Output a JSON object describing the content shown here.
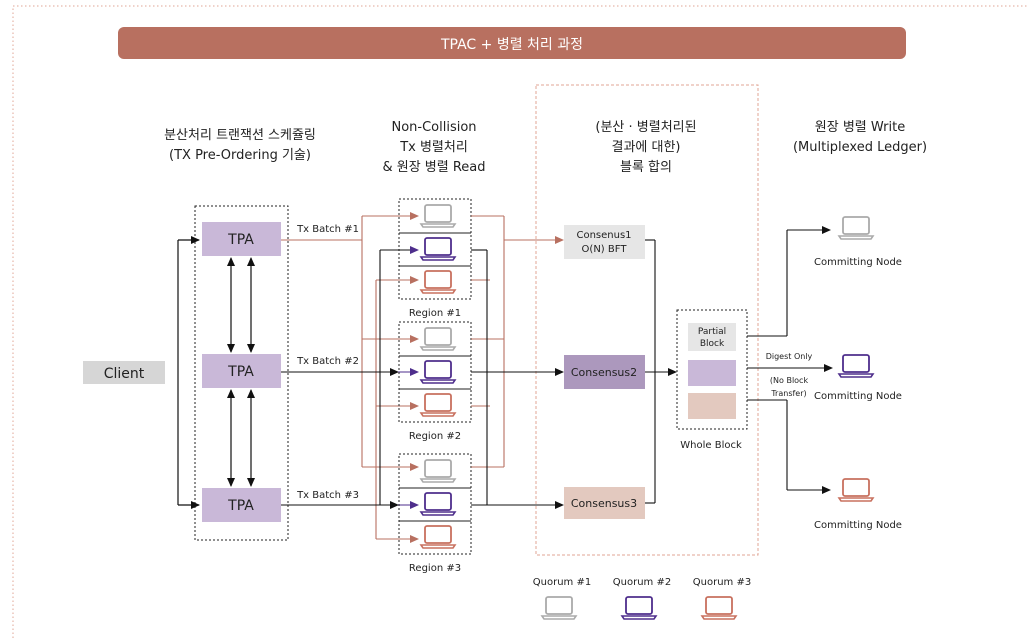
{
  "colors": {
    "banner": "#b87060",
    "tpa": "#c9b8d8",
    "consensus1": "#e6e6e6",
    "consensus2": "#ac98bd",
    "consensus3": "#e3c9bf",
    "client": "#d6d6d6",
    "gray_laptop": "#aaaaaa",
    "purple_laptop": "#4e2e8c",
    "salmon_laptop": "#c8705e",
    "brown_line": "#b87060",
    "dashed_border": "#e0a696"
  },
  "banner": {
    "title": "TPAC + 병렬 처리 과정"
  },
  "headers": {
    "col1": [
      "분산처리 트랜잭션 스케쥴링",
      "(TX Pre-Ordering 기술)"
    ],
    "col2": [
      "Non-Collision",
      "Tx 병렬처리",
      "& 원장 병렬 Read"
    ],
    "col3": [
      "(분산 · 병렬처리된",
      "결과에 대한)",
      "블록 합의"
    ],
    "col4": [
      "원장 병렬 Write",
      "(Multiplexed  Ledger)"
    ]
  },
  "client": {
    "label": "Client"
  },
  "tpa": {
    "labels": [
      "TPA",
      "TPA",
      "TPA"
    ]
  },
  "batches": [
    "Tx Batch #1",
    "Tx Batch #2",
    "Tx Batch #3"
  ],
  "regions": [
    "Region #1",
    "Region #2",
    "Region #3"
  ],
  "consensus": {
    "c1_line1": "Consenus1",
    "c1_line2": "O(N) BFT",
    "c2": "Consensus2",
    "c3": "Consensus3"
  },
  "whole_block": {
    "partial_line1": "Partial",
    "partial_line2": "Block",
    "label": "Whole Block"
  },
  "digest": {
    "line1": "Digest Only",
    "line2": "(No Block",
    "line3": "Transfer)"
  },
  "nodes": [
    "Committing Node",
    "Committing Node",
    "Committing Node"
  ],
  "quorums": [
    "Quorum #1",
    "Quorum #2",
    "Quorum #3"
  ],
  "icons": [
    "laptop-icon"
  ]
}
